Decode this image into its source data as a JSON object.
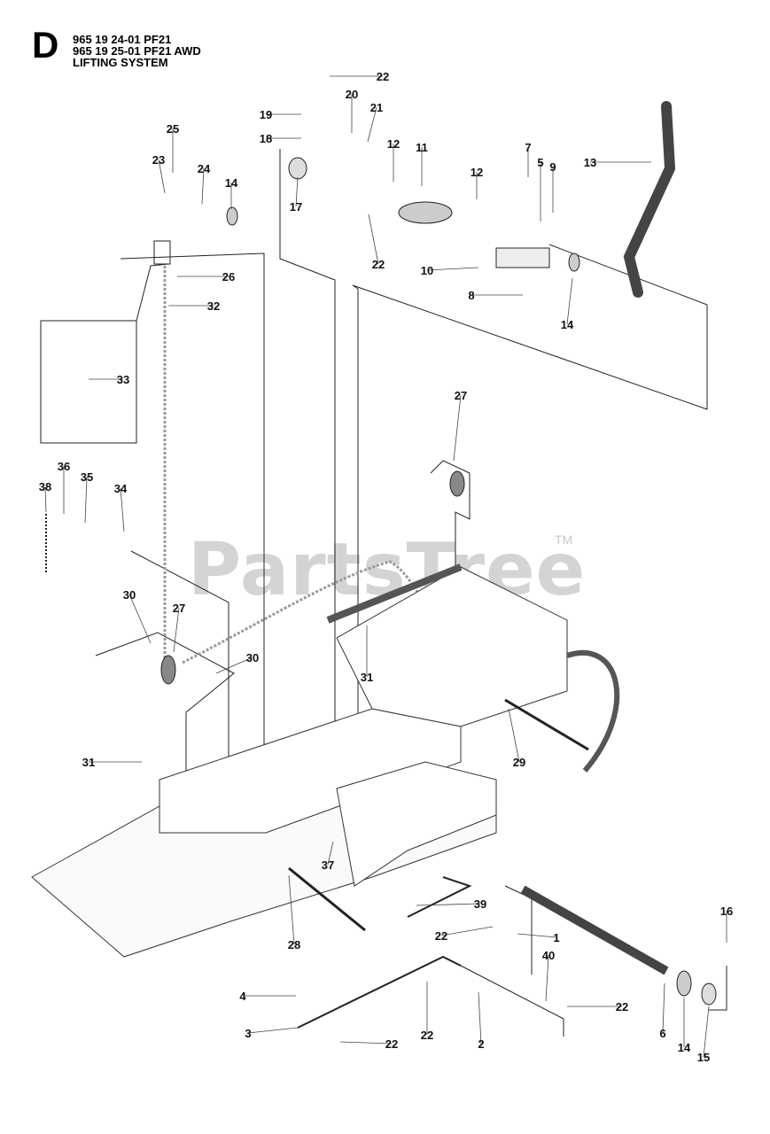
{
  "header": {
    "section_letter": "D",
    "lines": [
      "965 19 24-01 PF21",
      "965 19 25-01 PF21 AWD",
      "LIFTING SYSTEM"
    ]
  },
  "watermark": {
    "text": "PartsTree",
    "tm": "TM",
    "color": "#d4d4d4"
  },
  "callouts": [
    "1",
    "2",
    "3",
    "4",
    "5",
    "6",
    "7",
    "8",
    "9",
    "10",
    "11",
    "12",
    "12",
    "13",
    "14",
    "14",
    "14",
    "15",
    "16",
    "17",
    "18",
    "19",
    "20",
    "21",
    "22",
    "22",
    "22",
    "22",
    "22",
    "22",
    "23",
    "24",
    "25",
    "26",
    "27",
    "27",
    "28",
    "29",
    "30",
    "30",
    "31",
    "31",
    "32",
    "33",
    "34",
    "35",
    "36",
    "37",
    "38",
    "39",
    "40"
  ]
}
